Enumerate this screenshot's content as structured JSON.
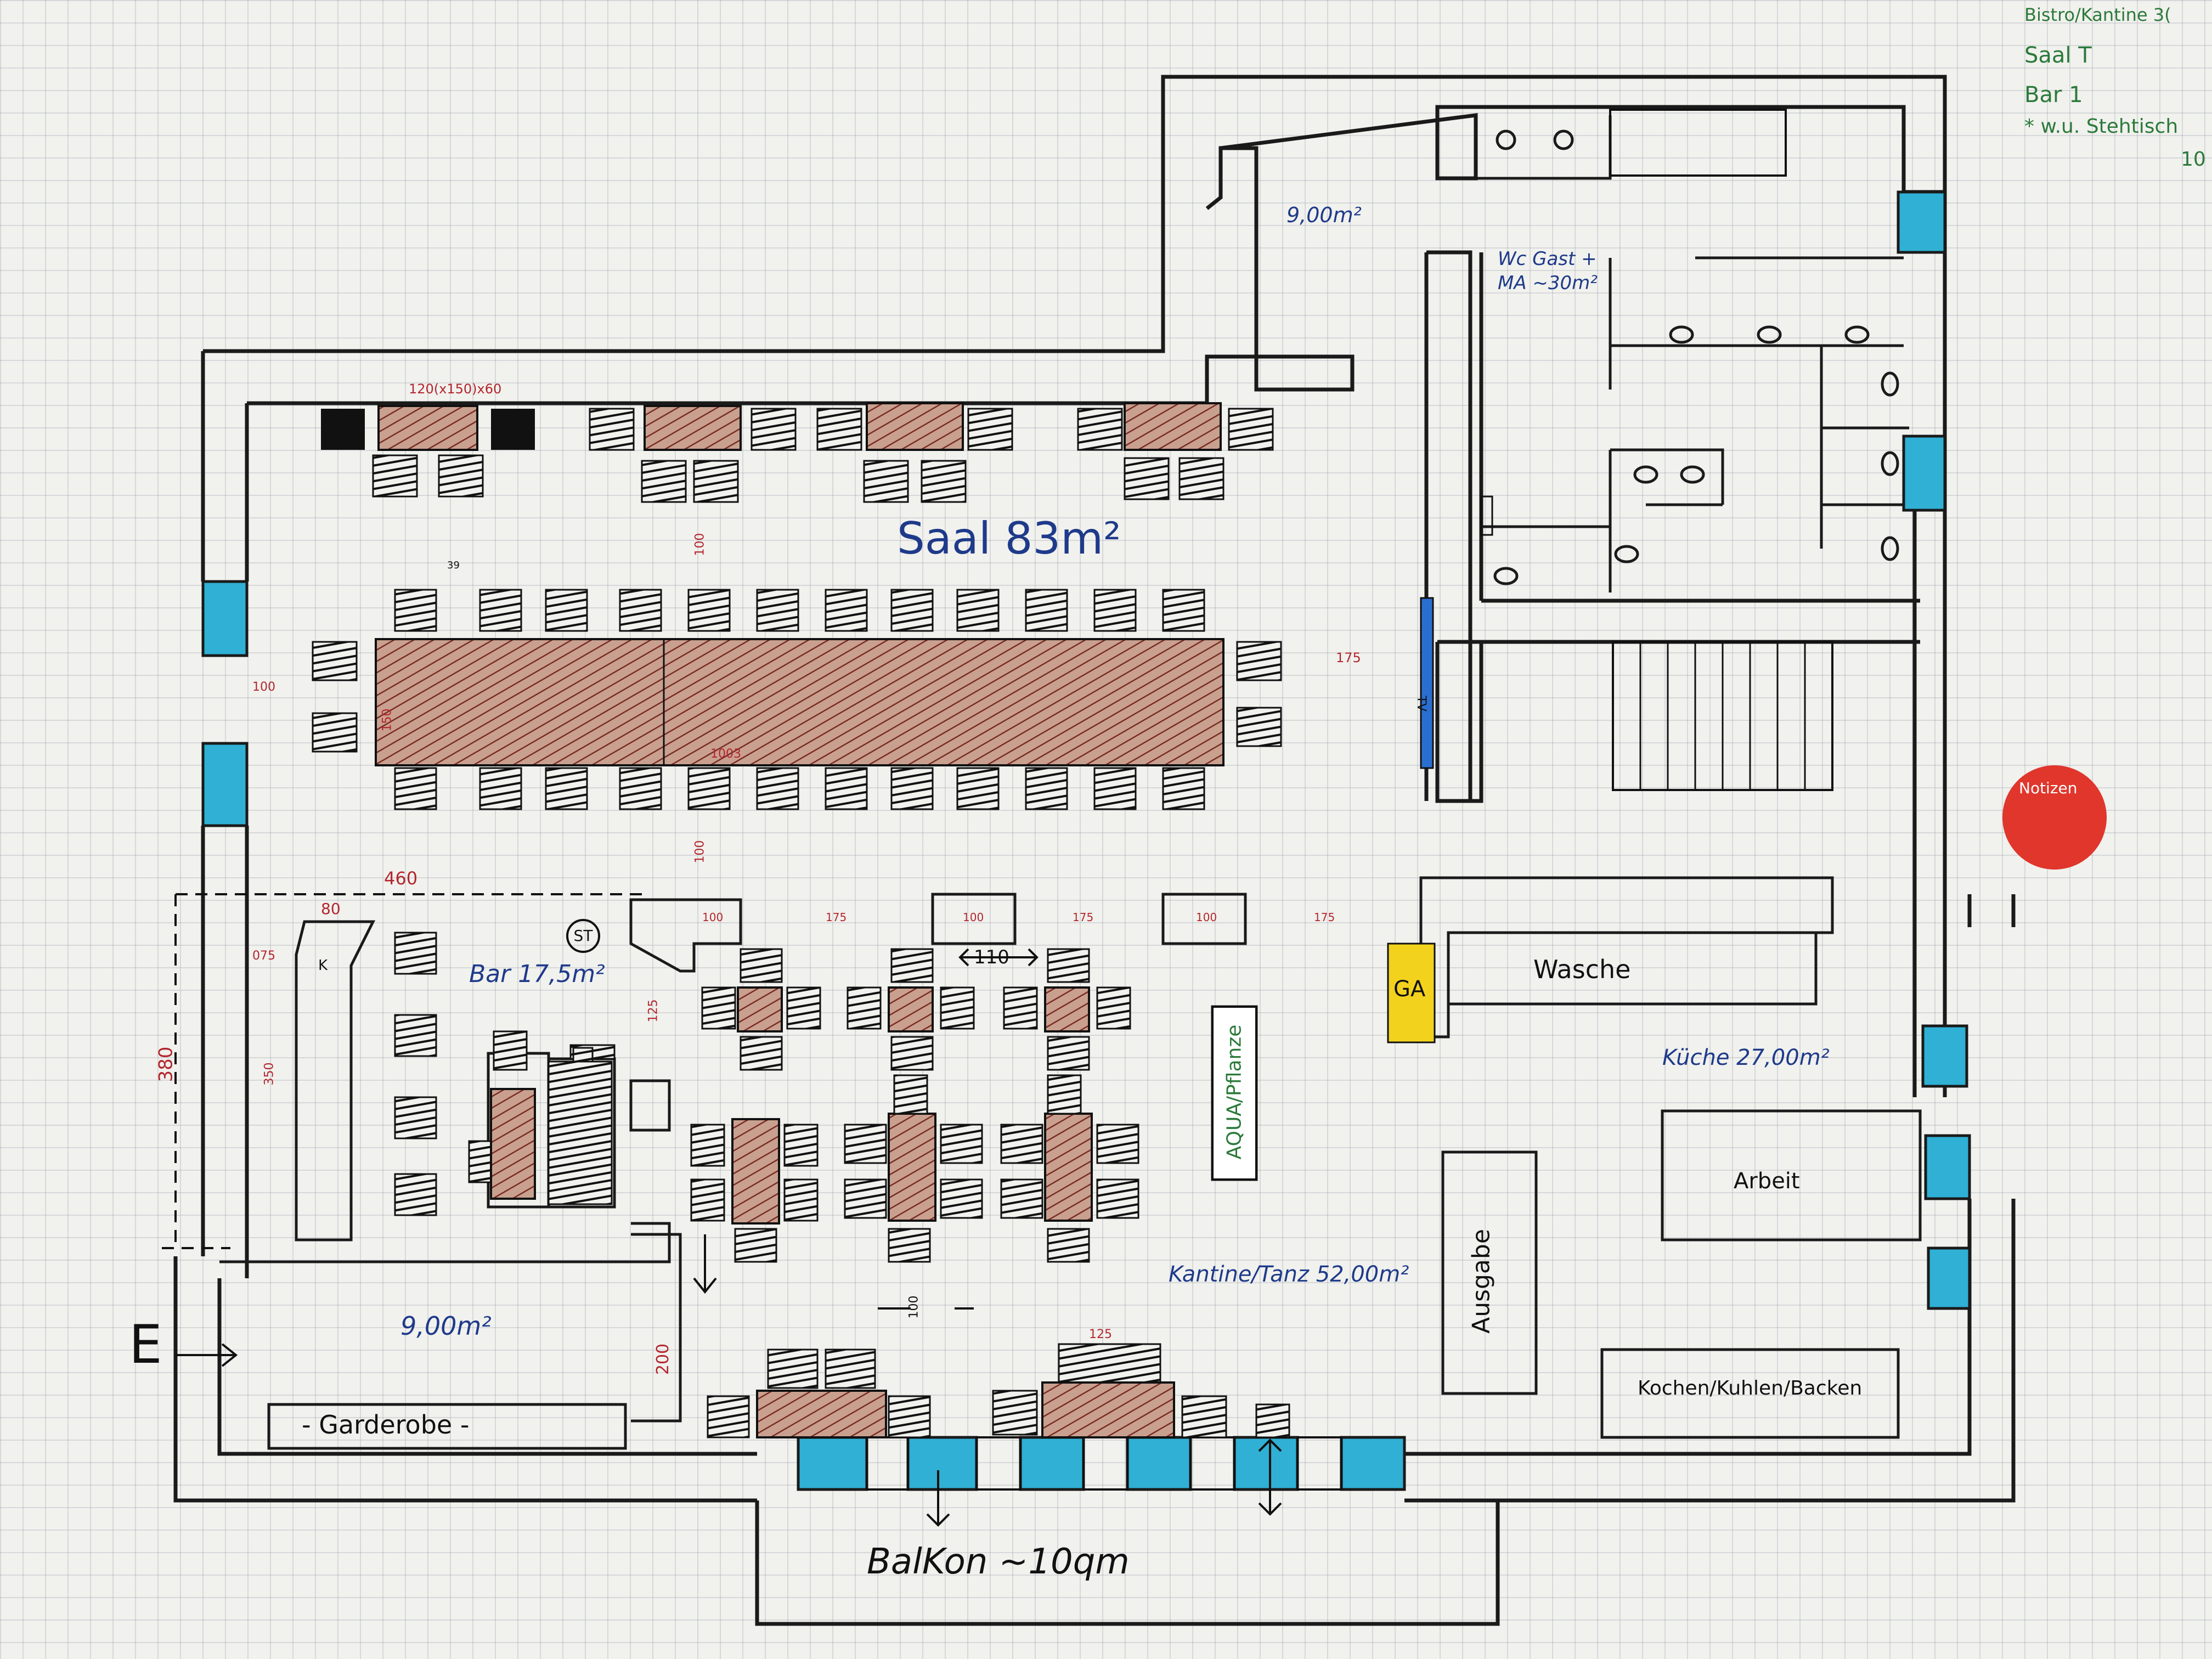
{
  "rooms": {
    "saal": "Saal 83m²",
    "bar": "Bar 17,5m²",
    "kantine": "Kantine/Tanz 52,00m²",
    "kueche": "Küche 27,00m²",
    "wc": "Wc Gast + MA ~30m²",
    "flur_top": "9,00m²",
    "flur_bottom": "9,00m²",
    "balkon": "BalKon ~10qm",
    "wasche": "Wasche",
    "arbeit": "Arbeit",
    "kochen": "Kochen/Kuhlen/Backen",
    "ausgabe": "Ausgabe",
    "garderobe": "- Garderobe -",
    "aqua": "AQUA/Pflanze",
    "ga": "GA",
    "st": "ST",
    "tv": "TV",
    "k": "K",
    "entrance": "E"
  },
  "dimensions": {
    "top_tables": "120(x150)x60",
    "saal_offset": "100",
    "right_gap": "175",
    "left_gap": "100",
    "long_table": "1003",
    "table_end": "150",
    "bar_width": "460",
    "bar_gap": "100",
    "bar_80": "80",
    "bar_075": "075",
    "bar_380": "380",
    "bar_350": "350",
    "bar_125": "125",
    "kantine_110": "110",
    "kantine_row": [
      "100",
      "175",
      "100",
      "175",
      "100",
      "175"
    ],
    "balkon_125": "125",
    "balkon_200": "200",
    "balkon_100": "100",
    "chair_39": "39"
  },
  "notes": {
    "legend_lines": [
      "Bistro/Kantine 3(",
      "Saal T",
      "Bar 1",
      "* w.u. Stehtisch",
      "10"
    ],
    "sticker": "Notizen"
  },
  "colors": {
    "wall": "#1a1a1a",
    "window": "#2fb0d4",
    "table_hatch": "#8b3a2e",
    "label_blue": "#1e3a8a",
    "dim_red": "#b3262d",
    "ga_yellow": "#f3d21d",
    "sticker": "#e0362c"
  }
}
